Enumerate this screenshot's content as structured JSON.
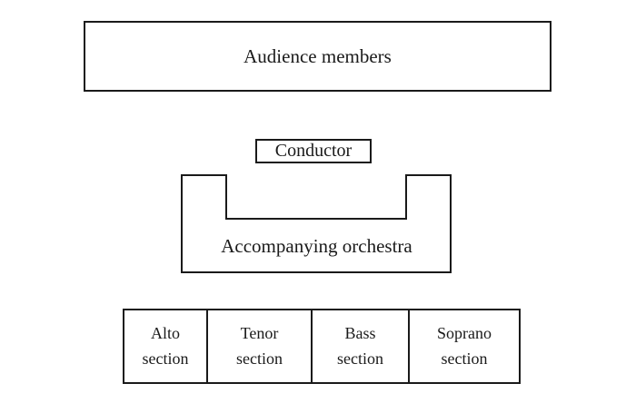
{
  "diagram": {
    "audience": {
      "label": "Audience members"
    },
    "conductor": {
      "label": "Conductor"
    },
    "orchestra": {
      "label": "Accompanying orchestra"
    },
    "sections": [
      {
        "line1": "Alto",
        "line2": "section"
      },
      {
        "line1": "Tenor",
        "line2": "section"
      },
      {
        "line1": "Bass",
        "line2": "section"
      },
      {
        "line1": "Soprano",
        "line2": "section"
      }
    ]
  },
  "colors": {
    "background": "#ffffff",
    "border": "#1a1a1a",
    "text": "#1a1a1a"
  }
}
